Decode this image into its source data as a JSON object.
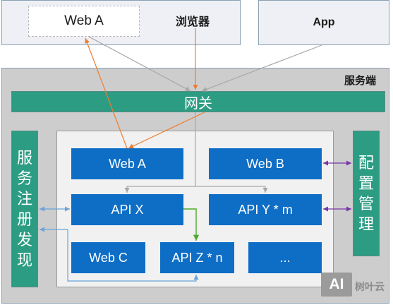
{
  "clients": {
    "browser": {
      "client_label": "Web A",
      "label": "浏览器"
    },
    "app": {
      "label": "App"
    }
  },
  "server": {
    "title": "服务端",
    "gateway": "网关",
    "registry": [
      "服",
      "务",
      "注",
      "册",
      "发",
      "现"
    ],
    "config": [
      "配",
      "置",
      "管",
      "理"
    ],
    "services": {
      "web_a": "Web A",
      "web_b": "Web B",
      "api_x": "API X",
      "api_y": "API Y * m",
      "web_c": "Web C",
      "api_z": "API Z * n",
      "more": "..."
    }
  },
  "watermark": {
    "badge": "AI",
    "text": "树叶云"
  },
  "colors": {
    "teal": "#2c9c83",
    "blue": "#0e6ec6",
    "orange_arrow": "#f07c2e",
    "gray_arrow": "#a8a8a8",
    "green_arrow": "#4daa2b",
    "purple_arrow": "#7a36a6",
    "lightblue_arrow": "#6aa3d8"
  }
}
